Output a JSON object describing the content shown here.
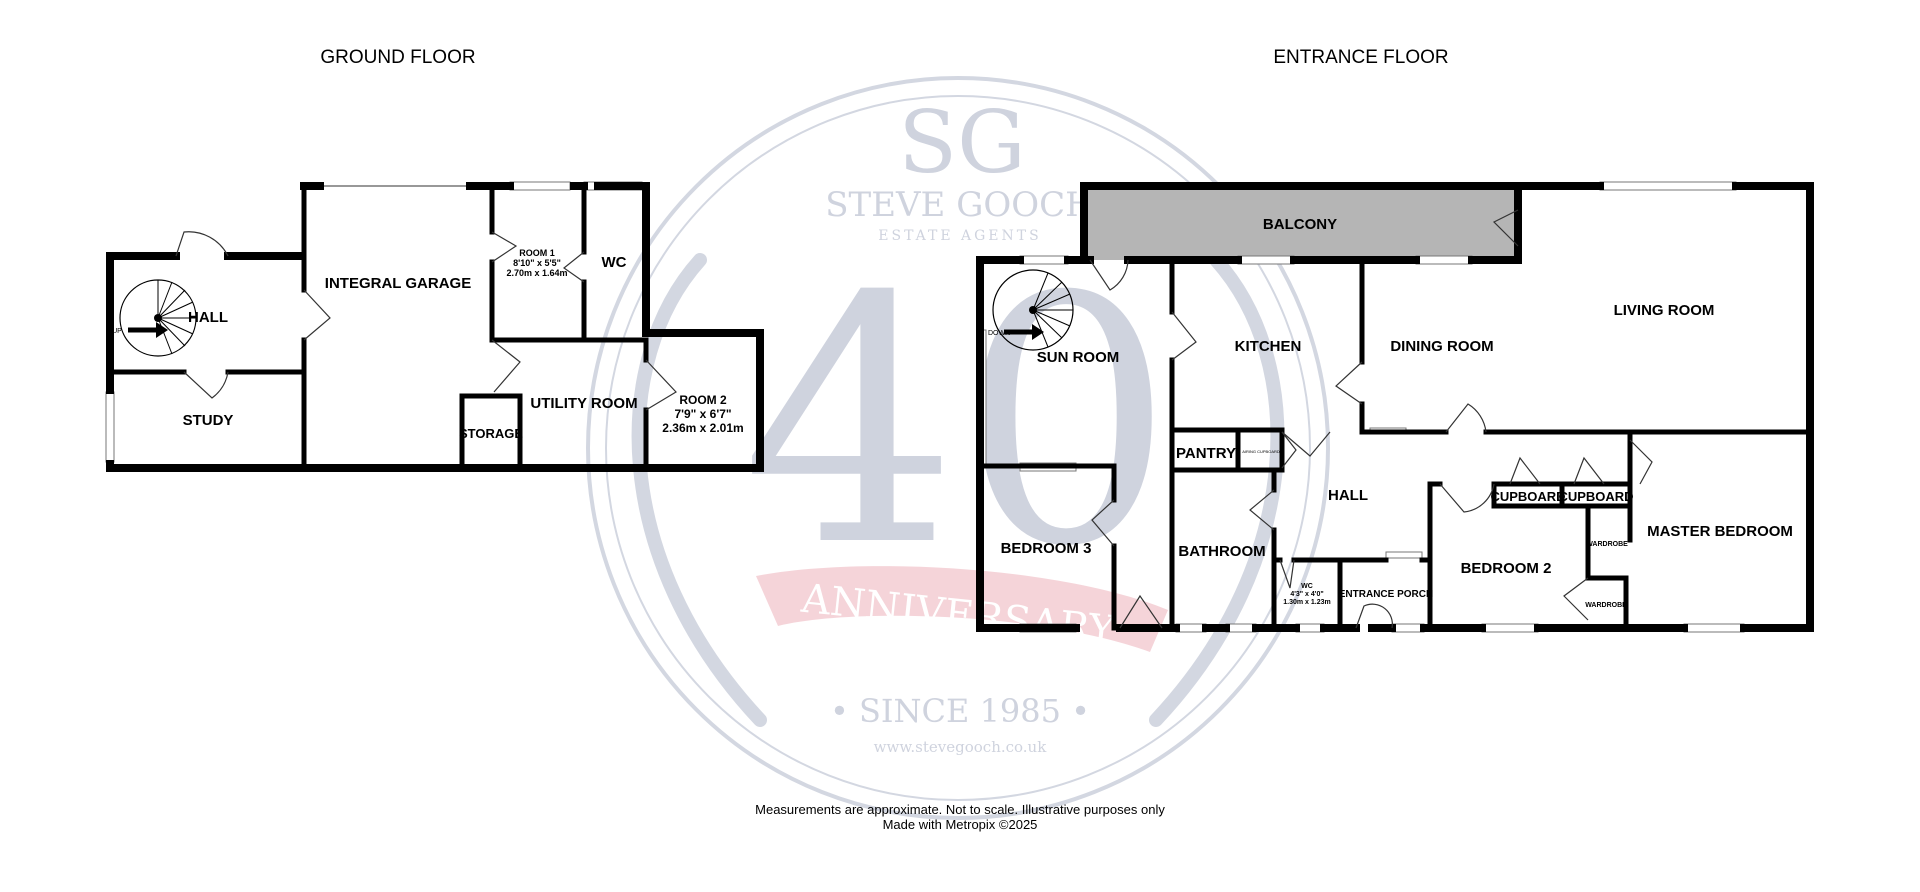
{
  "titles": {
    "ground": "GROUND FLOOR",
    "entrance": "ENTRANCE FLOOR"
  },
  "watermark": {
    "monogram": "SG",
    "company": "STEVE GOOCH",
    "tagline": "ESTATE AGENTS",
    "number": "40",
    "ribbon": "ANNIVERSARY",
    "since": "• SINCE 1985 •",
    "url": "www.stevegooch.co.uk"
  },
  "ground_rooms": {
    "hall": "HALL",
    "study": "STUDY",
    "integral_garage": "INTEGRAL GARAGE",
    "room1_name": "ROOM 1",
    "room1_imperial": "8'10\"  x 5'5\"",
    "room1_metric": "2.70m  x 1.64m",
    "wc": "WC",
    "utility_room": "UTILITY ROOM",
    "storage": "STORAGE",
    "room2_name": "ROOM 2",
    "room2_imperial": "7'9\"  x 6'7\"",
    "room2_metric": "2.36m  x 2.01m",
    "stairs_up": "UP"
  },
  "entrance_rooms": {
    "balcony": "BALCONY",
    "living_room": "LIVING ROOM",
    "dining_room": "DINING ROOM",
    "kitchen": "KITCHEN",
    "sun_room": "SUN ROOM",
    "stairs_down": "DOWN",
    "pantry": "PANTRY",
    "airing_cupboard": "AIRING CUPBOARD",
    "hall": "HALL",
    "cupboard_a": "CUPBOARD",
    "cupboard_b": "CUPBOARD",
    "master_bedroom": "MASTER BEDROOM",
    "wardrobe_a": "WARDROBE",
    "wardrobe_b": "WARDROBE",
    "bedroom_3": "BEDROOM 3",
    "bathroom": "BATHROOM",
    "wc_name": "WC",
    "wc_imperial": "4'3\"  x 4'0\"",
    "wc_metric": "1.30m  x 1.23m",
    "entrance_porch": "ENTRANCE PORCH",
    "bedroom_2": "BEDROOM 2"
  },
  "footer": {
    "line1": "Measurements are approximate.  Not to scale.  Illustrative purposes only",
    "line2": "Made with Metropix ©2025"
  },
  "colors": {
    "balcony_fill": "#b5b5b5",
    "watermark": "#d3d7e1",
    "ribbon": "#f2c9cf"
  }
}
